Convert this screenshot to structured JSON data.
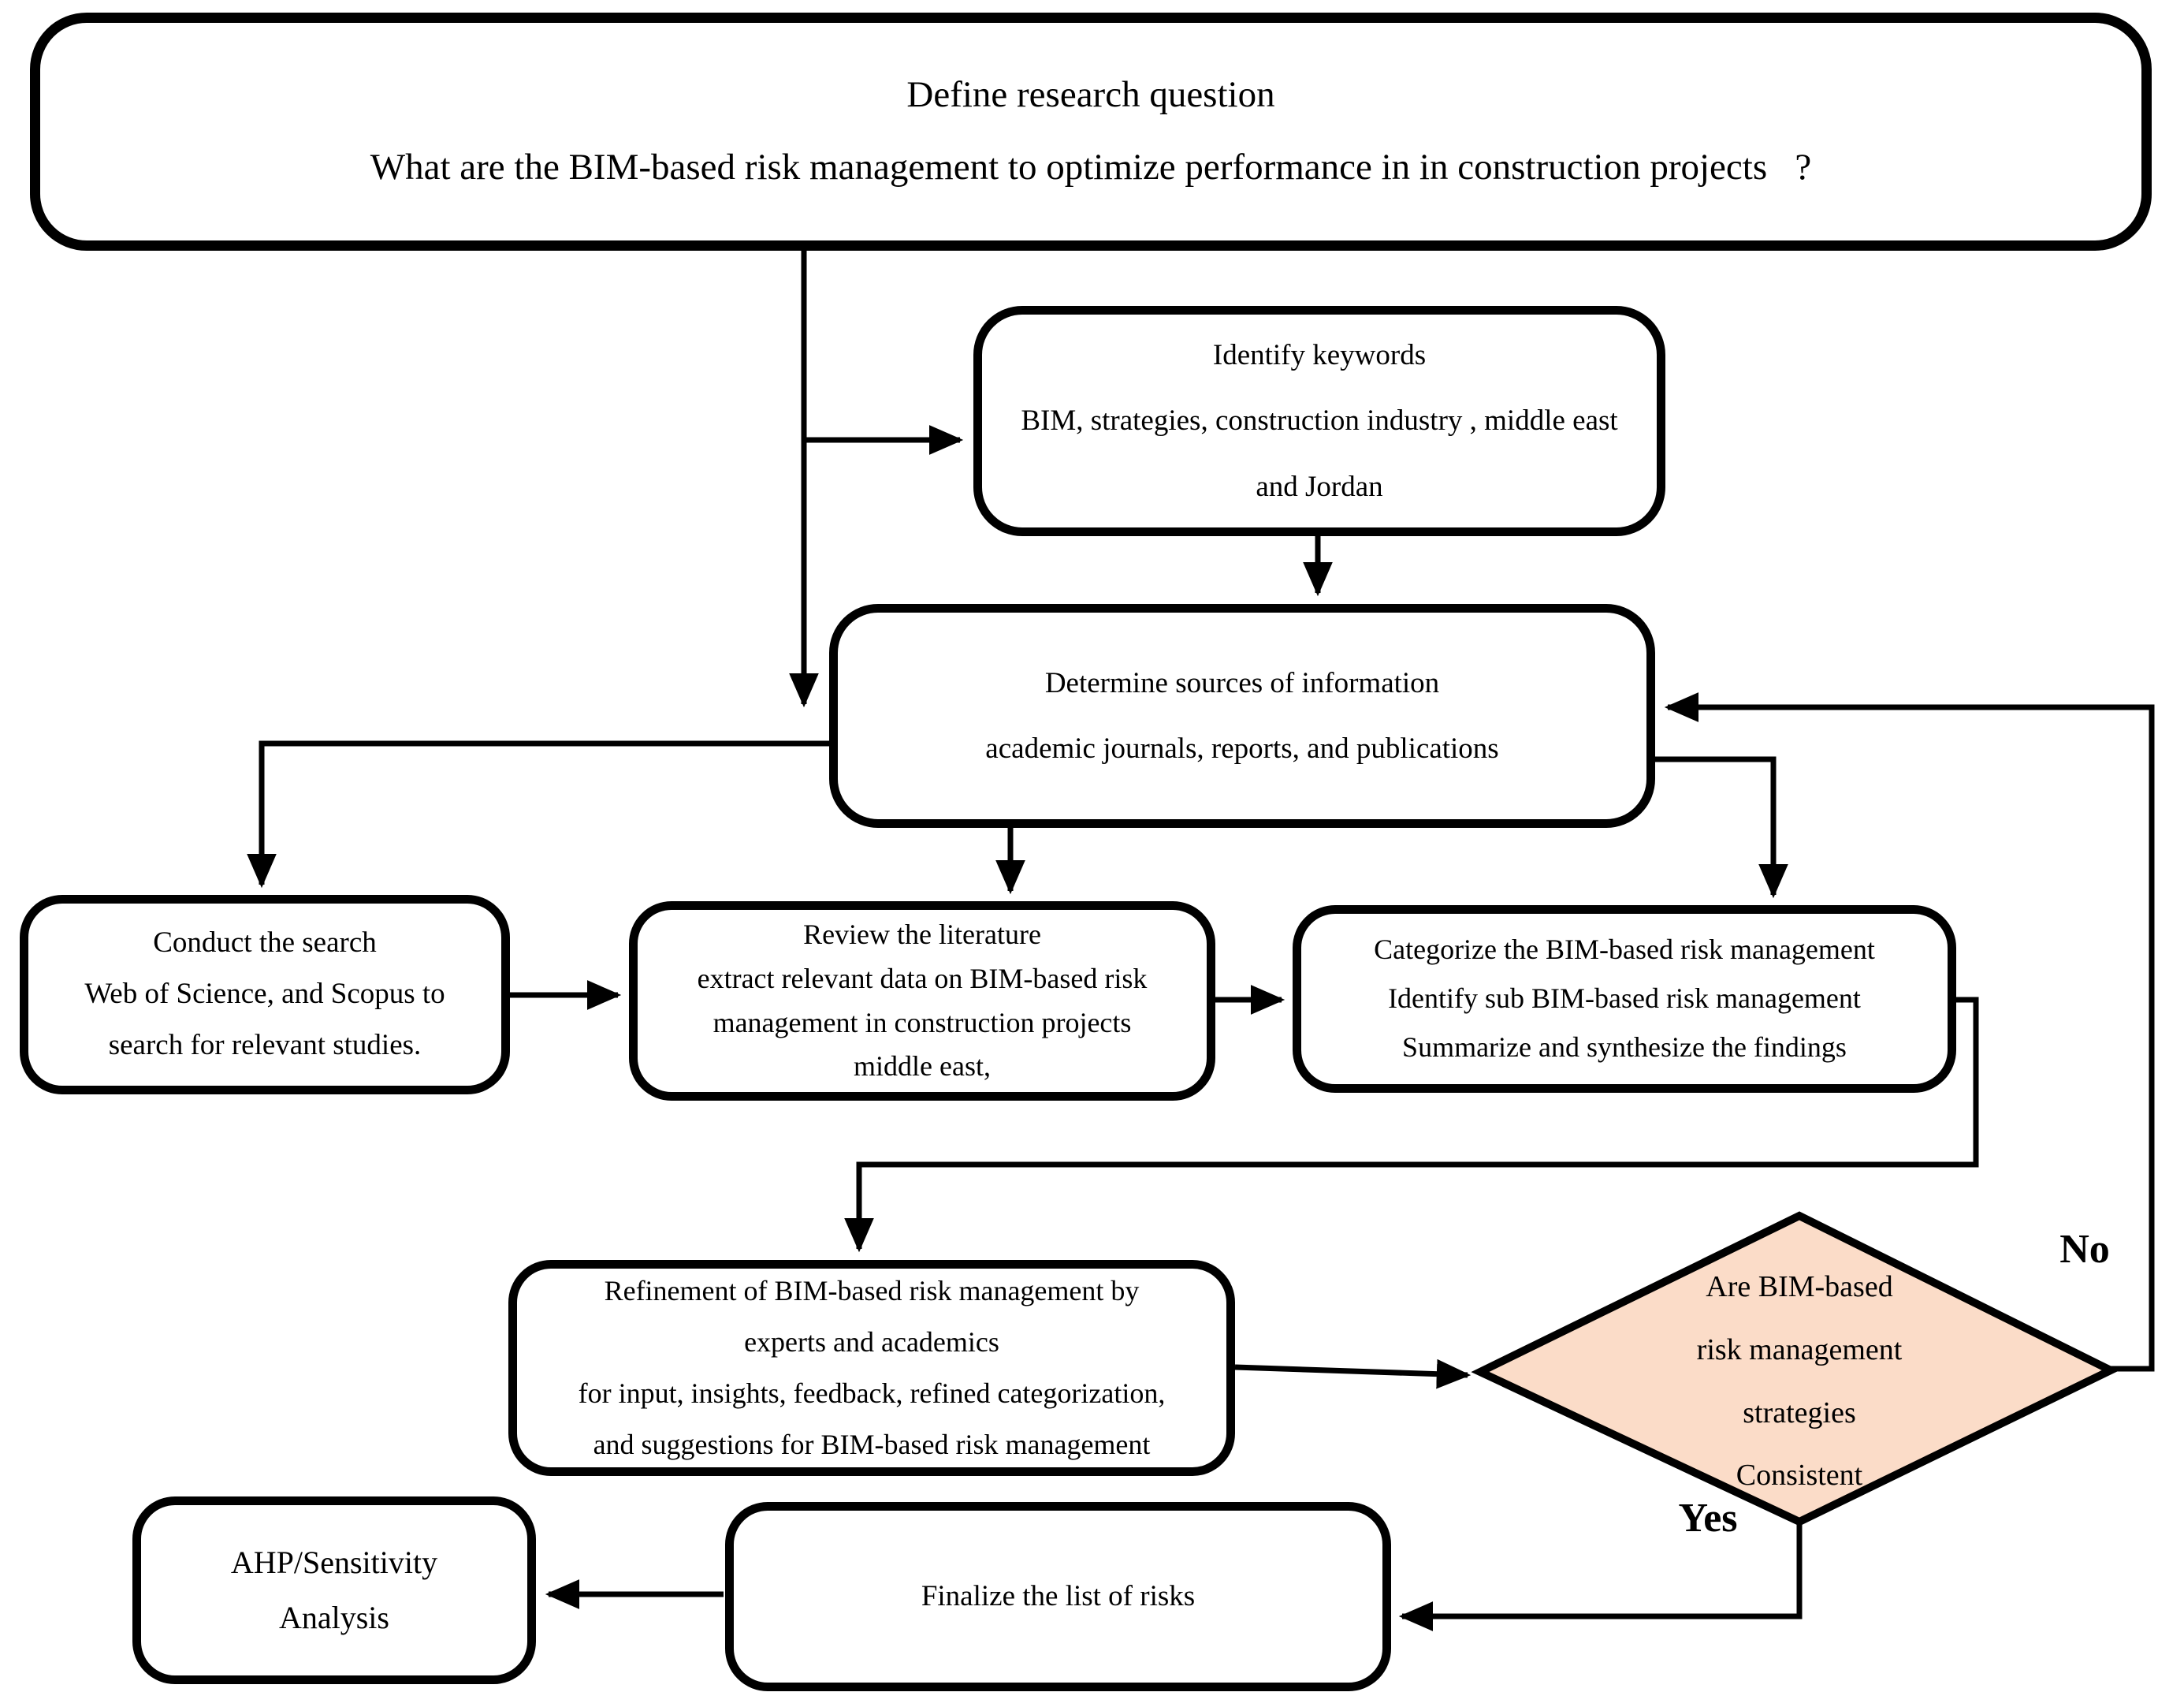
{
  "diagram_title": "BIM-based risk management research methodology flowchart",
  "colors": {
    "diamond_fill": "#fbdcc8",
    "line": "#000000",
    "box_fill": "#ffffff"
  },
  "nodes": {
    "define": {
      "text": "Define research question\nWhat are the BIM-based risk management to optimize performance in in construction projects   ?"
    },
    "keywords": {
      "text": "Identify keywords\nBIM, strategies, construction industry , middle east\nand Jordan"
    },
    "sources": {
      "text": "Determine sources of information\nacademic journals, reports, and publications"
    },
    "conduct": {
      "text": "Conduct the search\nWeb of Science, and Scopus to\nsearch for relevant studies."
    },
    "review": {
      "text": "Review the literature\nextract relevant data on BIM-based risk\nmanagement in construction projects\nmiddle east,"
    },
    "categorize": {
      "text": "Categorize the BIM-based risk management\nIdentify sub BIM-based risk management\nSummarize and synthesize the findings"
    },
    "refine": {
      "text": "Refinement of BIM-based risk management by\nexperts and academics\nfor input, insights, feedback, refined categorization,\nand suggestions for BIM-based risk management"
    },
    "decision": {
      "text": "Are BIM-based\nrisk management\nstrategies\nConsistent"
    },
    "finalize": {
      "text": "Finalize the list of risks"
    },
    "ahp": {
      "text": "AHP/Sensitivity\nAnalysis"
    }
  },
  "labels": {
    "no": "No",
    "yes": "Yes"
  }
}
